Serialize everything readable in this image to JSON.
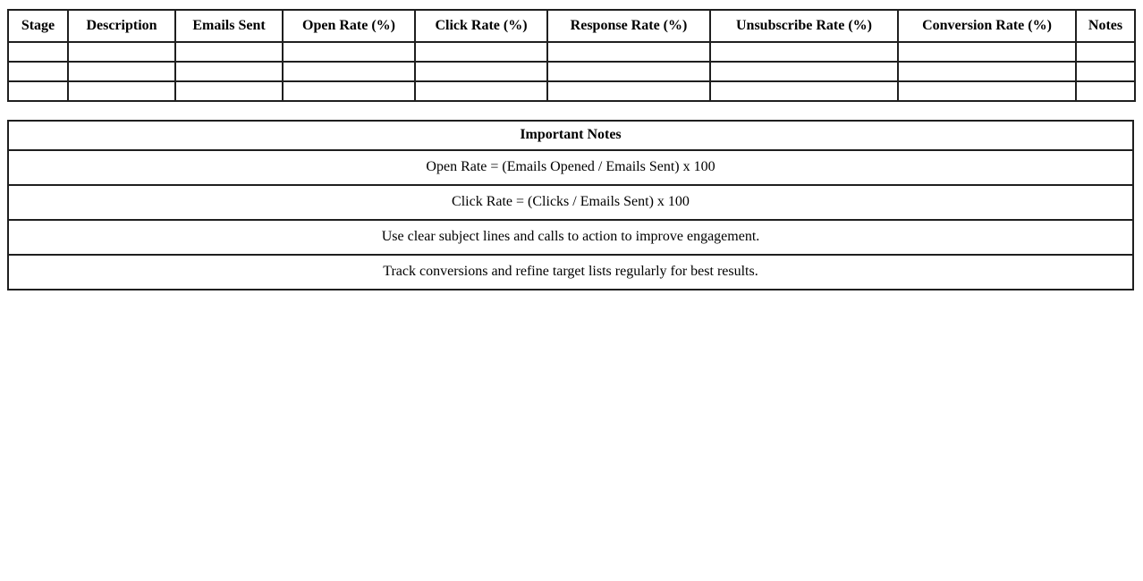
{
  "page": {
    "background_color": "#ffffff",
    "text_color": "#000000",
    "border_color": "#1f1f1f"
  },
  "campaign_table": {
    "headers": [
      "Stage",
      "Description",
      "Emails Sent",
      "Open Rate (%)",
      "Click Rate (%)",
      "Response Rate (%)",
      "Unsubscribe Rate (%)",
      "Conversion Rate (%)",
      "Notes"
    ],
    "empty_row_count": 3,
    "empty_cell_value": ""
  },
  "notes_table": {
    "title": "Important Notes",
    "rows": [
      "Open Rate = (Emails Opened / Emails Sent) x 100",
      "Click Rate = (Clicks / Emails Sent) x 100",
      "Use clear subject lines and calls to action to improve engagement.",
      "Track conversions and refine target lists regularly for best results."
    ]
  }
}
